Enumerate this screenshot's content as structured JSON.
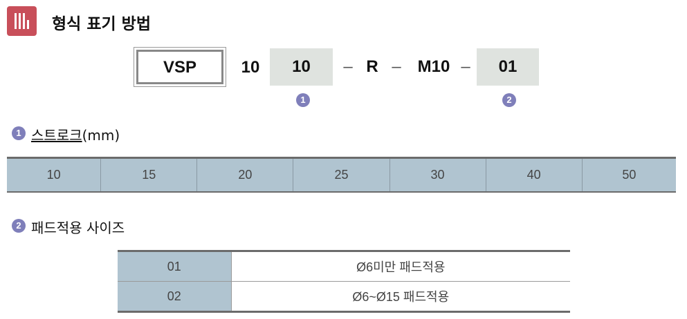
{
  "header": {
    "title": "형식 표기 방법",
    "icon": "bar-chart-icon",
    "accent": "#c84f5a"
  },
  "model_code": {
    "series": "VSP",
    "bore": "10",
    "stroke": "10",
    "sep1": "–",
    "r": "R",
    "sep2": "–",
    "m": "M10",
    "sep3": "–",
    "pad": "01",
    "marker1": "1",
    "marker2": "2"
  },
  "section1": {
    "num": "1",
    "title": "스트로크",
    "unit": "(mm)",
    "values": [
      "10",
      "15",
      "20",
      "25",
      "30",
      "40",
      "50"
    ]
  },
  "section2": {
    "num": "2",
    "title": "패드적용 사이즈",
    "rows": [
      {
        "code": "01",
        "desc": "Ø6미만 패드적용"
      },
      {
        "code": "02",
        "desc": "Ø6~Ø15 패드적용"
      }
    ]
  }
}
